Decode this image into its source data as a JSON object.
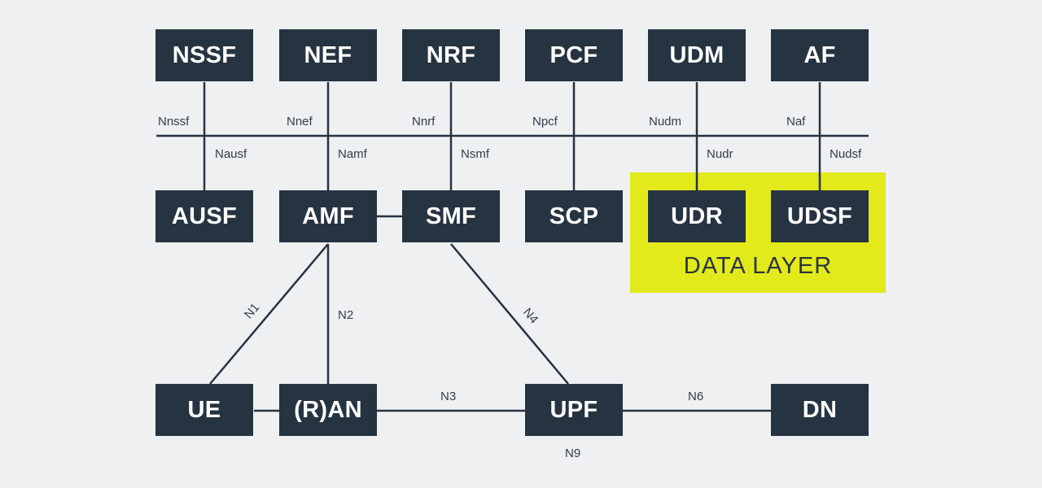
{
  "nodes": {
    "nssf": "NSSF",
    "nef": "NEF",
    "nrf": "NRF",
    "pcf": "PCF",
    "udm": "UDM",
    "af": "AF",
    "ausf": "AUSF",
    "amf": "AMF",
    "smf": "SMF",
    "scp": "SCP",
    "udr": "UDR",
    "udsf": "UDSF",
    "ue": "UE",
    "ran": "(R)AN",
    "upf": "UPF",
    "dn": "DN"
  },
  "interfaces": {
    "nnssf": "Nnssf",
    "nnef": "Nnef",
    "nnrf": "Nnrf",
    "npcf": "Npcf",
    "nudm": "Nudm",
    "naf": "Naf",
    "nausf": "Nausf",
    "namf": "Namf",
    "nsmf": "Nsmf",
    "nudr": "Nudr",
    "nudsf": "Nudsf",
    "n1": "N1",
    "n2": "N2",
    "n3": "N3",
    "n4": "N4",
    "n6": "N6",
    "n9": "N9"
  },
  "data_layer": {
    "label": "DATA LAYER",
    "color": "#e2ea1b"
  },
  "colors": {
    "background": "#eef0f2",
    "node_fill": "#263341",
    "node_text": "#ffffff",
    "line": "#263341"
  }
}
